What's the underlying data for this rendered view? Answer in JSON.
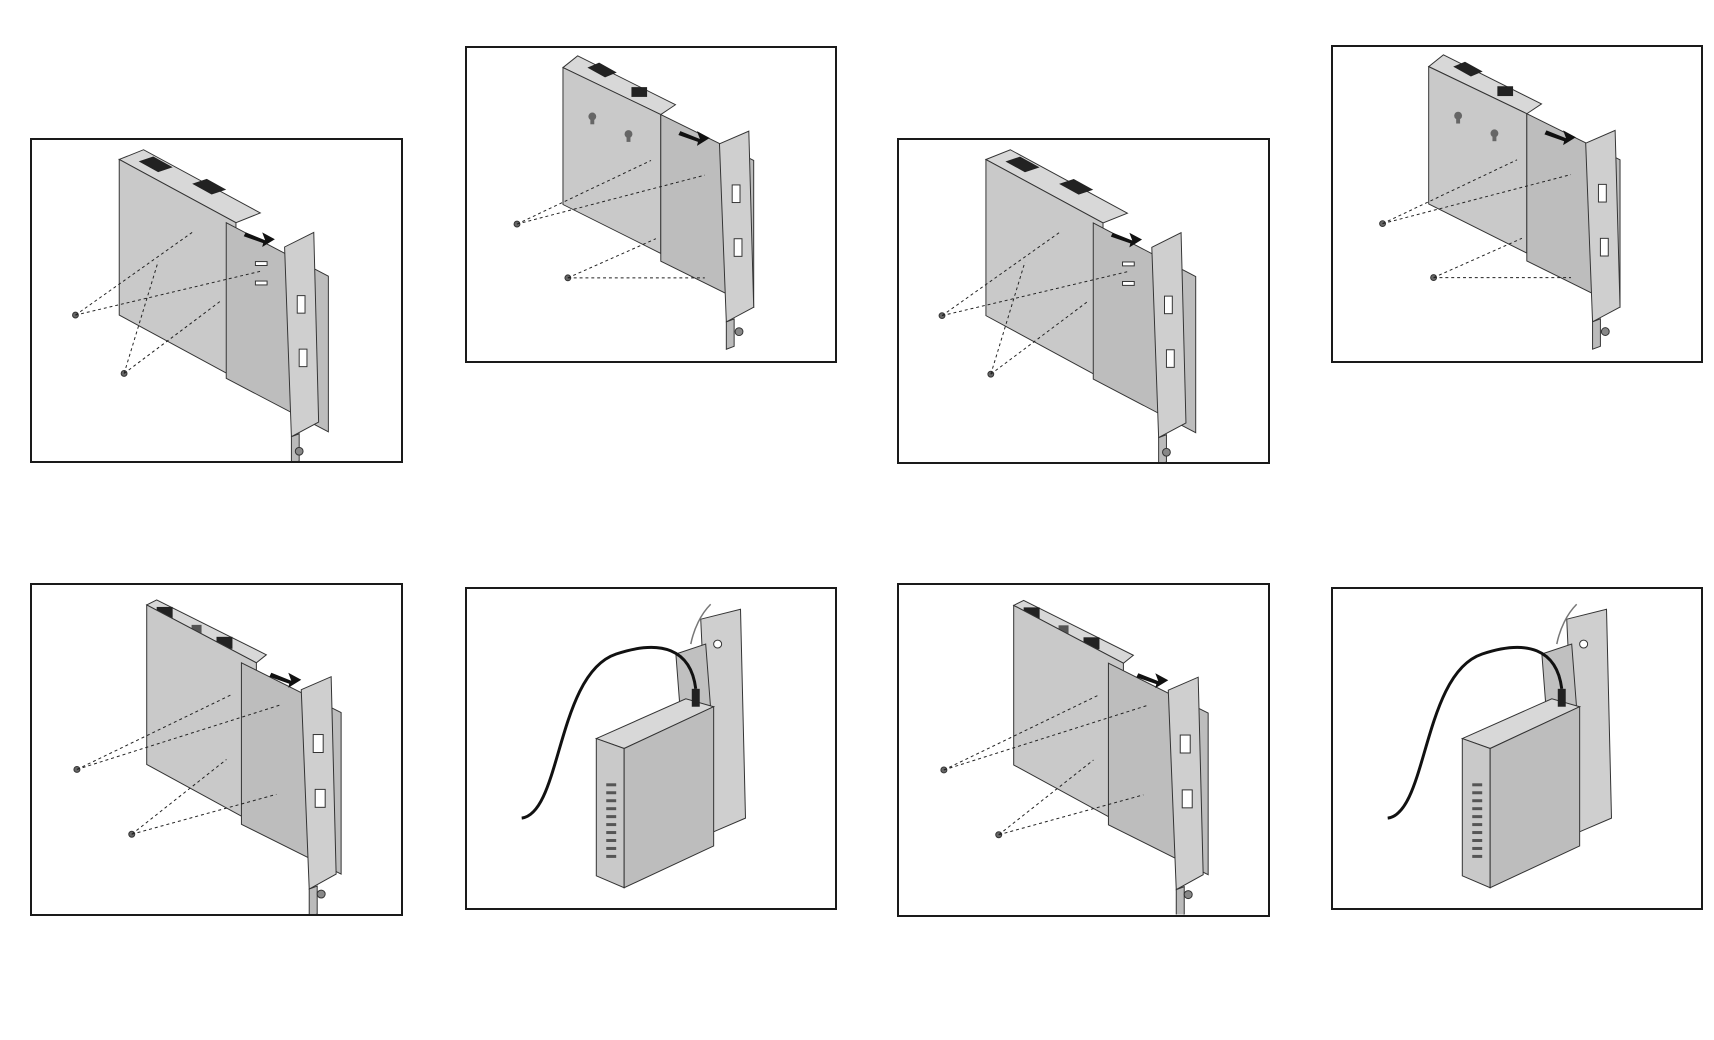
{
  "page": {
    "background": "#ffffff",
    "panel_border_color": "#1a1a1a"
  },
  "panels": [
    {
      "id": "p1",
      "illustration": "media-converter-bracket-mount-dual-fiber",
      "icon": "bracket-mount-icon"
    },
    {
      "id": "p2",
      "illustration": "media-converter-bracket-mount-keyhole",
      "icon": "bracket-mount-icon"
    },
    {
      "id": "p3",
      "illustration": "media-converter-bracket-mount-dual-fiber",
      "icon": "bracket-mount-icon"
    },
    {
      "id": "p4",
      "illustration": "media-converter-bracket-mount-keyhole",
      "icon": "bracket-mount-icon"
    },
    {
      "id": "p5",
      "illustration": "switch-bracket-mount-rj45",
      "icon": "bracket-mount-icon"
    },
    {
      "id": "p6",
      "illustration": "power-supply-bracket-with-cable",
      "icon": "power-cable-icon"
    },
    {
      "id": "p7",
      "illustration": "switch-bracket-mount-rj45",
      "icon": "bracket-mount-icon"
    },
    {
      "id": "p8",
      "illustration": "power-supply-bracket-with-cable",
      "icon": "power-cable-icon"
    }
  ],
  "colors": {
    "metal_face": "#c9c9c9",
    "metal_dark": "#a9a9a9",
    "metal_light": "#e2e2e2",
    "stroke": "#333333",
    "port": "#222222",
    "cable": "#111111"
  }
}
